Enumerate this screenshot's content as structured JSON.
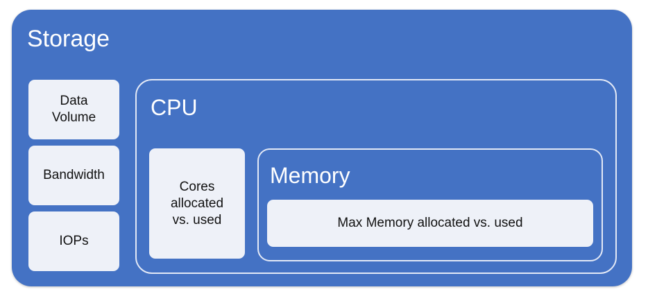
{
  "storage": {
    "title": "Storage",
    "items": [
      {
        "label": "Data\nVolume"
      },
      {
        "label": "Bandwidth"
      },
      {
        "label": "IOPs"
      }
    ]
  },
  "cpu": {
    "title": "CPU",
    "cores_label": "Cores\nallocated\nvs. used"
  },
  "memory": {
    "title": "Memory",
    "bar_label": "Max Memory allocated vs. used"
  },
  "colors": {
    "primary_blue": "#4472c4",
    "light_box": "#eef1f8",
    "outline": "#e3e9f6"
  }
}
